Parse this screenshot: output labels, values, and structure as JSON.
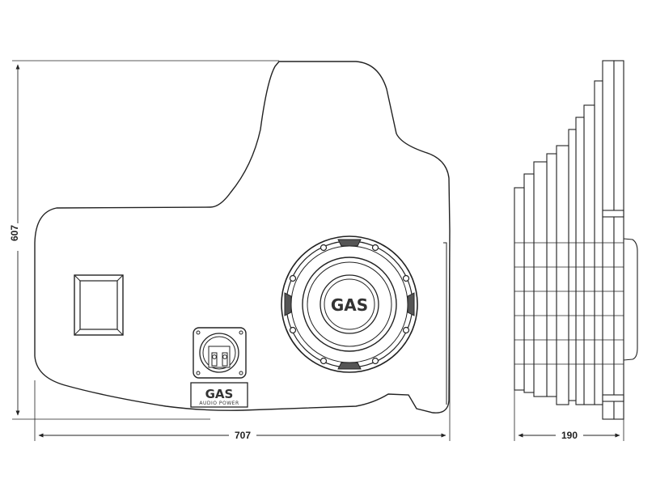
{
  "dimensions": {
    "height": "607",
    "width": "707",
    "depth": "190"
  },
  "logos": {
    "speaker_brand": "GAS",
    "terminal_brand": "GAS",
    "terminal_sub": "AUDIO POWER"
  },
  "colors": {
    "line": "#222222",
    "background": "#ffffff"
  }
}
